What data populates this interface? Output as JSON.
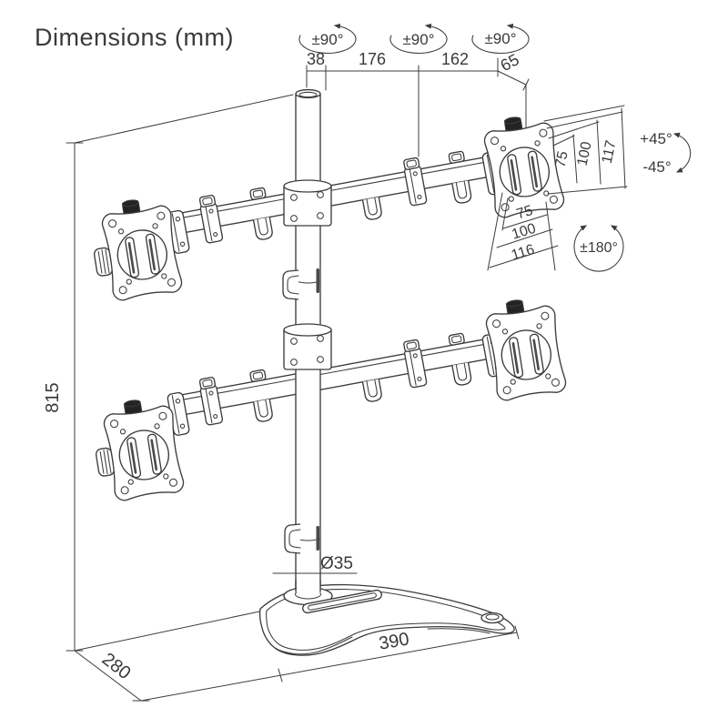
{
  "title": "Dimensions (mm)",
  "colors": {
    "line": "#3c3c3c",
    "text": "#3a3a3a",
    "knob": "#232323",
    "background": "#ffffff"
  },
  "angles": {
    "swivel_left": "±90°",
    "swivel_mid": "±90°",
    "swivel_right": "±90°",
    "tilt_up": "+45°",
    "tilt_down": "-45°",
    "rotation": "±180°"
  },
  "dims": {
    "pole_offset": "38",
    "arm_section_inner": "176",
    "arm_section_outer": "162",
    "vesa_head_offset": "65",
    "height": "815",
    "pole_diameter": "Ø35",
    "base_width": "390",
    "base_depth": "280",
    "vesa_vertical": {
      "slot": "75",
      "holes": "100",
      "plate": "117"
    },
    "vesa_horizontal": {
      "slot": "75",
      "holes": "100",
      "plate": "116"
    }
  }
}
